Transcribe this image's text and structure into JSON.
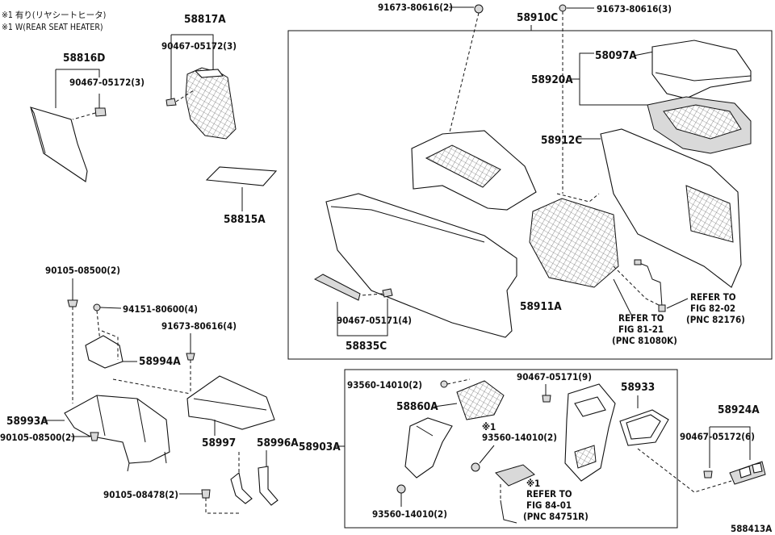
{
  "notes": {
    "line1": "※1 有り(リヤシートヒータ)",
    "line2": "※1 W(REAR SEAT HEATER)"
  },
  "labels": {
    "p58816D": "58816D",
    "p90467_05172_a": "90467-05172(3)",
    "p58817A": "58817A",
    "p90467_05172_b": "90467-05172(3)",
    "p58815A": "58815A",
    "p91673_80616_2": "91673-80616(2)",
    "p91673_80616_3": "91673-80616(3)",
    "p58910C": "58910C",
    "p58097A": "58097A",
    "p58920A": "58920A",
    "p58912C": "58912C",
    "p58911A": "58911A",
    "p90467_05171_4": "90467-05171(4)",
    "p58835C": "58835C",
    "p90105_08500_top": "90105-08500(2)",
    "p94151_80600": "94151-80600(4)",
    "p91673_80616_4": "91673-80616(4)",
    "p58994A": "58994A",
    "p58993A": "58993A",
    "p90105_08500_bot": "90105-08500(2)",
    "p58997": "58997",
    "p58996A": "58996A",
    "p90105_08478": "90105-08478(2)",
    "p58903A": "58903A",
    "p93560_14010_a": "93560-14010(2)",
    "p58860A": "58860A",
    "p93560_14010_b": "93560-14010(2)",
    "p93560_14010_c": "93560-14010(2)",
    "p90467_05171_9": "90467-05171(9)",
    "p58933": "58933",
    "p58924A": "58924A",
    "p90467_05172_6": "90467-05172(6)",
    "mark1_a": "※1",
    "mark1_b": "※1",
    "figref_code": "588413A"
  },
  "refs": {
    "r1": {
      "line1": "REFER TO",
      "line2": "FIG 81-21",
      "line3": "(PNC 81080K)"
    },
    "r2": {
      "line1": "REFER TO",
      "line2": "FIG 82-02",
      "line3": "(PNC 82176)"
    },
    "r3": {
      "line1": "REFER TO",
      "line2": "FIG 84-01",
      "line3": "(PNC 84751R)"
    }
  }
}
